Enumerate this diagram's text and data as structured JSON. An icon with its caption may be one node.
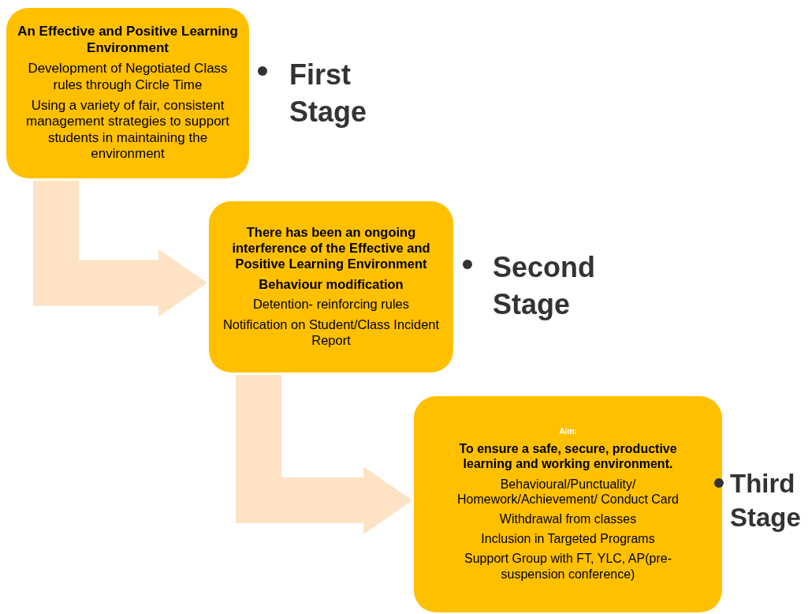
{
  "diagram": {
    "nodes": [
      {
        "text": [
          "An Effective and Positive Learning Environment",
          "Development of  Negotiated Class rules  through Circle Time",
          "Using a variety of fair, consistent management strategies to support students in maintaining the environment"
        ],
        "beside": [
          "First Stage"
        ]
      },
      {
        "text": [
          "There has been an ongoing interference of the Effective and Positive Learning Environment",
          "Behaviour modification",
          "Detention- reinforcing rules",
          "Notification on Student/Class Incident Report"
        ],
        "beside": [
          "Second Stage"
        ]
      },
      {
        "text": [
          "Aim:",
          "To ensure a safe, secure, productive learning and working environment.",
          "Behavioural/Punctuality/ Homework/Achievement/ Conduct Card",
          "Withdrawal from classes",
          "Inclusion in Targeted Programs",
          "Support Group with FT, YLC, AP(pre-suspension conference)"
        ],
        "beside": [
          "Third Stage"
        ]
      }
    ],
    "edges": [
      {
        "from": 0,
        "to": 1,
        "arrow": "to"
      },
      {
        "from": 1,
        "to": 2,
        "arrow": "to"
      }
    ]
  }
}
